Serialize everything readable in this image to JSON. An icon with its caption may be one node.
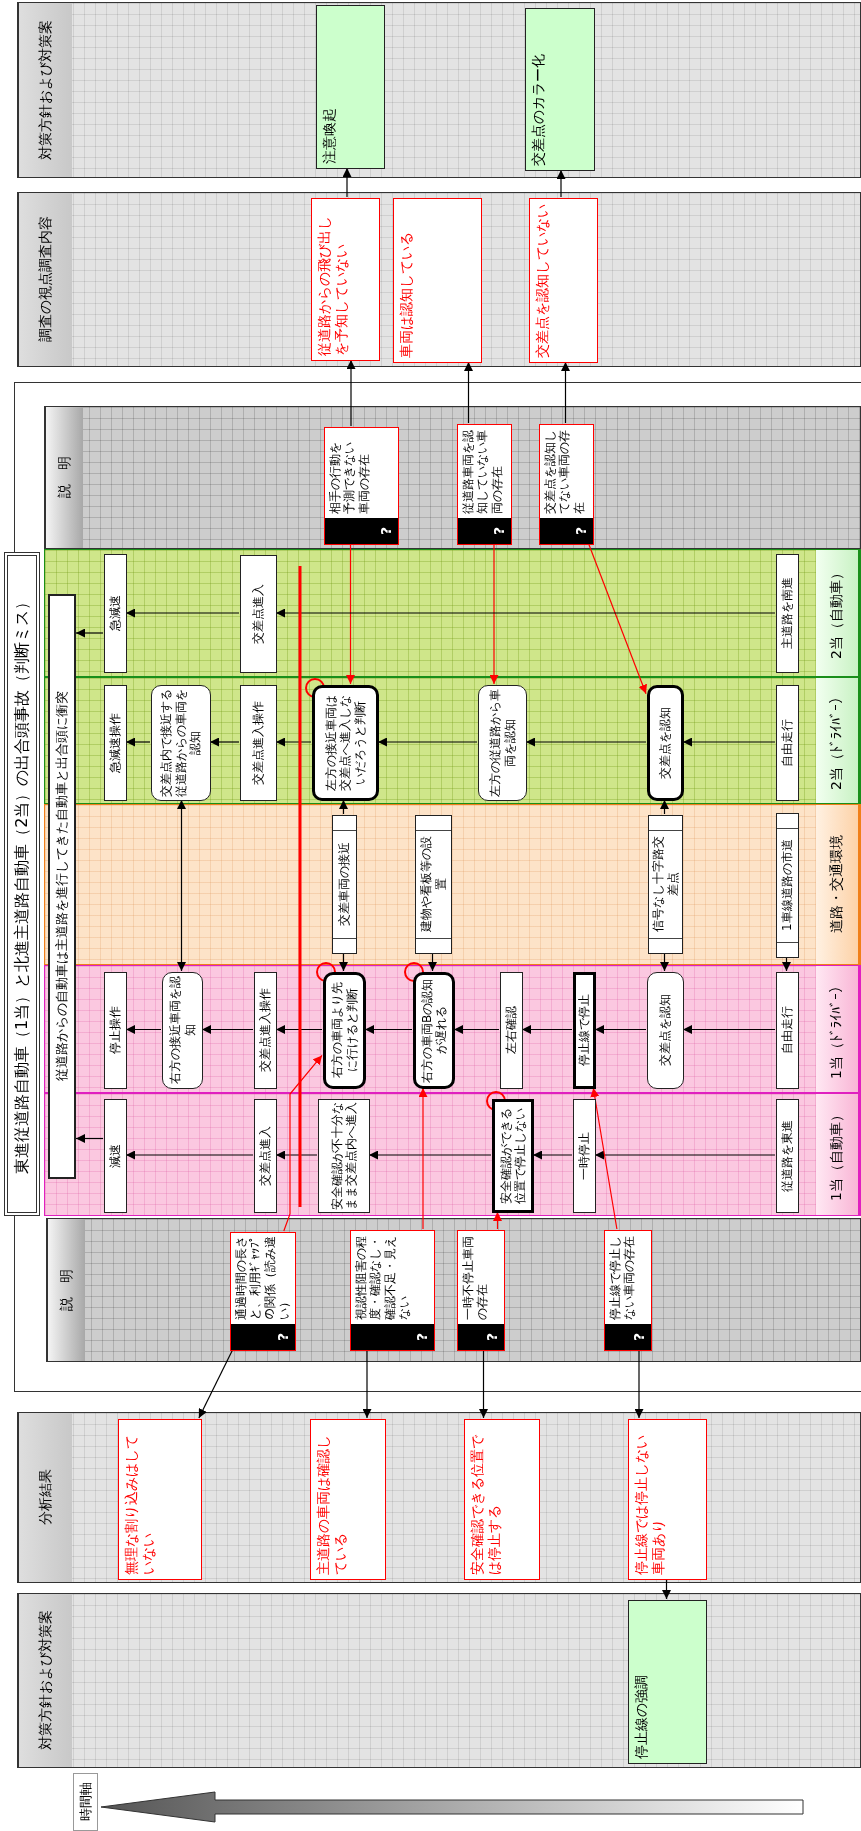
{
  "diagram": {
    "title": "東進従道路自動車（1当）と北進主道路自動車（2当）の出合頭事故（判断ミス）",
    "nodes": [
      {
        "text": [
          "対策方針および対策案"
        ]
      },
      {
        "text": [
          "注意喚起"
        ],
        "in": 0
      },
      {
        "text": [
          "交差点のカラー化"
        ],
        "in": 0
      },
      {
        "text": [
          "調査の視点調査内容"
        ]
      },
      {
        "text": [
          "従道路からの飛び出しを予知していない"
        ],
        "in": 3
      },
      {
        "text": [
          "車両は認知している"
        ],
        "in": 3
      },
      {
        "text": [
          "交差点を認知していない"
        ],
        "in": 3
      },
      {
        "text": [
          "説　明"
        ]
      },
      {
        "text": [
          "相手の行動を予測できない車両の存在",
          "?"
        ],
        "in": 7
      },
      {
        "text": [
          "従道路車両を認知していない車両の存在",
          "?"
        ],
        "in": 7
      },
      {
        "text": [
          "交差点を認知してない車両の存在",
          "?"
        ],
        "in": 7
      },
      {
        "text": [
          "2当（自動車）"
        ]
      },
      {
        "text": [
          "主道路を南進"
        ],
        "in": 11
      },
      {
        "text": [
          "交差点進入"
        ],
        "in": 11
      },
      {
        "text": [
          "急減速"
        ],
        "in": 11
      },
      {
        "text": [
          "2当（ﾄﾞﾗｲﾊﾞｰ）"
        ]
      },
      {
        "text": [
          "自由走行"
        ],
        "in": 15
      },
      {
        "text": [
          "交差点を認知"
        ],
        "in": 15
      },
      {
        "text": [
          "左方の従道路から車両を認知"
        ],
        "in": 15
      },
      {
        "text": [
          "左方の接近車両は交差点へ進入しないだろうと判断"
        ],
        "in": 15
      },
      {
        "text": [
          "交差点進入操作"
        ],
        "in": 15
      },
      {
        "text": [
          "交差点内で接近する従道路からの車両を認知"
        ],
        "in": 15
      },
      {
        "text": [
          "急減速操作"
        ],
        "in": 15
      },
      {
        "text": [
          "道路・交通環境"
        ]
      },
      {
        "text": [
          "1車線道路の市道"
        ],
        "in": 23
      },
      {
        "text": [
          "信号なし十字路交差点"
        ],
        "in": 23
      },
      {
        "text": [
          "建物や看板等の設置"
        ],
        "in": 23
      },
      {
        "text": [
          "交差車両の接近"
        ],
        "in": 23
      },
      {
        "text": [
          "1当（ﾄﾞﾗｲﾊﾞｰ）"
        ]
      },
      {
        "text": [
          "自由走行"
        ],
        "in": 28
      },
      {
        "text": [
          "交差点を認知"
        ],
        "in": 28
      },
      {
        "text": [
          "停止線で停止"
        ],
        "in": 28
      },
      {
        "text": [
          "左右確認"
        ],
        "in": 28
      },
      {
        "text": [
          "右方の車両Bの認知が遅れる"
        ],
        "in": 28
      },
      {
        "text": [
          "右方の車両より先に行けると判断"
        ],
        "in": 28
      },
      {
        "text": [
          "交差点進入操作"
        ],
        "in": 28
      },
      {
        "text": [
          "右方の接近車両を認知"
        ],
        "in": 28
      },
      {
        "text": [
          "停止操作"
        ],
        "in": 28
      },
      {
        "text": [
          "1当（自動車）"
        ]
      },
      {
        "text": [
          "従道路を東進"
        ],
        "in": 38
      },
      {
        "text": [
          "一時停止"
        ],
        "in": 38
      },
      {
        "text": [
          "安全確認ができる位置で停止しない"
        ],
        "in": 38
      },
      {
        "text": [
          "安全確認が不十分なまま交差点内へ進入"
        ],
        "in": 38
      },
      {
        "text": [
          "交差点進入"
        ],
        "in": 38
      },
      {
        "text": [
          "減速"
        ],
        "in": 38
      },
      {
        "text": [
          "従道路からの自動車は主道路を進行してきた自動車と出合頭に衝突"
        ]
      },
      {
        "text": [
          "説　明"
        ]
      },
      {
        "text": [
          "通過時間の長さと、利用ｷﾞｬｯﾌﾟの関係（読み違い）",
          "?"
        ],
        "in": 46
      },
      {
        "text": [
          "視認性阻害の程度・確認なし・確認不足・見えない",
          "?"
        ],
        "in": 46
      },
      {
        "text": [
          "一時不停止車両の存在",
          "?"
        ],
        "in": 46
      },
      {
        "text": [
          "停止線で停止しない車両の存在",
          "?"
        ],
        "in": 46
      },
      {
        "text": [
          "分析結果"
        ]
      },
      {
        "text": [
          "無理な割り込みはしていない"
        ],
        "in": 51
      },
      {
        "text": [
          "主道路の車両は確認している"
        ],
        "in": 51
      },
      {
        "text": [
          "安全確認できる位置では停止する"
        ],
        "in": 51
      },
      {
        "text": [
          "停止線では停止しない車両あり"
        ],
        "in": 51
      },
      {
        "text": [
          "対策方針および対策案"
        ]
      },
      {
        "text": [
          "停止線の強調"
        ],
        "in": 56
      }
    ],
    "edges": [
      {
        "from": 4,
        "to": 1,
        "arrow": "to"
      },
      {
        "from": 6,
        "to": 2,
        "arrow": "to"
      },
      {
        "from": 8,
        "to": 4,
        "arrow": "to"
      },
      {
        "from": 9,
        "to": 5,
        "arrow": "to"
      },
      {
        "from": 10,
        "to": 6,
        "arrow": "to"
      },
      {
        "from": 8,
        "to": 19,
        "arrow": "to",
        "color": "#ff0000"
      },
      {
        "from": 9,
        "to": 18,
        "arrow": "to",
        "color": "#ff0000"
      },
      {
        "from": 10,
        "to": 17,
        "arrow": "to",
        "color": "#ff0000"
      },
      {
        "from": 12,
        "to": 13,
        "arrow": "to"
      },
      {
        "from": 13,
        "to": 14,
        "arrow": "to"
      },
      {
        "from": 14,
        "to": 45,
        "arrow": "to"
      },
      {
        "from": 16,
        "to": 17,
        "arrow": "to"
      },
      {
        "from": 17,
        "to": 18,
        "arrow": "to"
      },
      {
        "from": 18,
        "to": 19,
        "arrow": "to"
      },
      {
        "from": 19,
        "to": 20,
        "arrow": "to"
      },
      {
        "from": 20,
        "to": 21,
        "arrow": "to"
      },
      {
        "from": 21,
        "to": 22,
        "arrow": "to"
      },
      {
        "from": 24,
        "to": 29,
        "arrow": "to"
      },
      {
        "from": 25,
        "to": 17,
        "arrow": "to"
      },
      {
        "from": 25,
        "to": 30,
        "arrow": "to"
      },
      {
        "from": 26,
        "to": 33,
        "arrow": "to"
      },
      {
        "from": 27,
        "to": 19,
        "arrow": "to"
      },
      {
        "from": 27,
        "to": 34,
        "arrow": "to"
      },
      {
        "from": 21,
        "to": 36,
        "arrow": "both"
      },
      {
        "from": 29,
        "to": 30,
        "arrow": "to"
      },
      {
        "from": 30,
        "to": 31,
        "arrow": "to"
      },
      {
        "from": 31,
        "to": 32,
        "arrow": "to"
      },
      {
        "from": 32,
        "to": 33,
        "arrow": "to"
      },
      {
        "from": 33,
        "to": 34,
        "arrow": "to"
      },
      {
        "from": 34,
        "to": 35,
        "arrow": "to"
      },
      {
        "from": 35,
        "to": 36,
        "arrow": "to"
      },
      {
        "from": 36,
        "to": 37,
        "arrow": "to"
      },
      {
        "from": 39,
        "to": 40,
        "arrow": "to"
      },
      {
        "from": 40,
        "to": 41,
        "arrow": "to"
      },
      {
        "from": 41,
        "to": 42,
        "arrow": "to"
      },
      {
        "from": 42,
        "to": 43,
        "arrow": "to"
      },
      {
        "from": 43,
        "to": 44,
        "arrow": "to"
      },
      {
        "from": 44,
        "to": 45,
        "arrow": "to"
      },
      {
        "from": 47,
        "to": 34,
        "arrow": "to",
        "color": "#ff0000"
      },
      {
        "from": 48,
        "to": 33,
        "arrow": "to",
        "color": "#ff0000"
      },
      {
        "from": 49,
        "to": 41,
        "arrow": "to",
        "color": "#ff0000"
      },
      {
        "from": 50,
        "to": 31,
        "arrow": "to",
        "color": "#ff0000"
      },
      {
        "from": 47,
        "to": 52,
        "arrow": "to"
      },
      {
        "from": 48,
        "to": 53,
        "arrow": "to"
      },
      {
        "from": 49,
        "to": 54,
        "arrow": "to"
      },
      {
        "from": 50,
        "to": 55,
        "arrow": "to"
      },
      {
        "from": 55,
        "to": 57,
        "arrow": "to"
      }
    ],
    "labels": [
      "時間軸"
    ]
  }
}
